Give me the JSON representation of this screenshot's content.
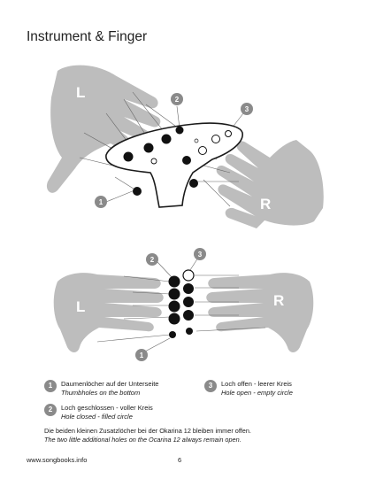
{
  "title": "Instrument & Finger",
  "hands": {
    "left": "L",
    "right": "R"
  },
  "markers": [
    "1",
    "2",
    "3"
  ],
  "legend": [
    {
      "num": "1",
      "de": "Daumenlöcher auf der Unterseite",
      "en": "Thumbholes on the bottom"
    },
    {
      "num": "2",
      "de": "Loch geschlossen - voller Kreis",
      "en": "Hole closed - filled circle"
    },
    {
      "num": "3",
      "de": "Loch offen - leerer Kreis",
      "en": "Hole open - empty circle"
    }
  ],
  "note": {
    "de": "Die beiden kleinen Zusatzlöcher bei der Okarina 12 bleiben immer offen.",
    "en": "The two little additional holes on the Ocarina 12 always remain open."
  },
  "footer": {
    "url": "www.songbooks.info",
    "page": "6"
  },
  "colors": {
    "hand": "#b8b8b8",
    "marker": "#8a8a8a",
    "line": "#555555"
  }
}
